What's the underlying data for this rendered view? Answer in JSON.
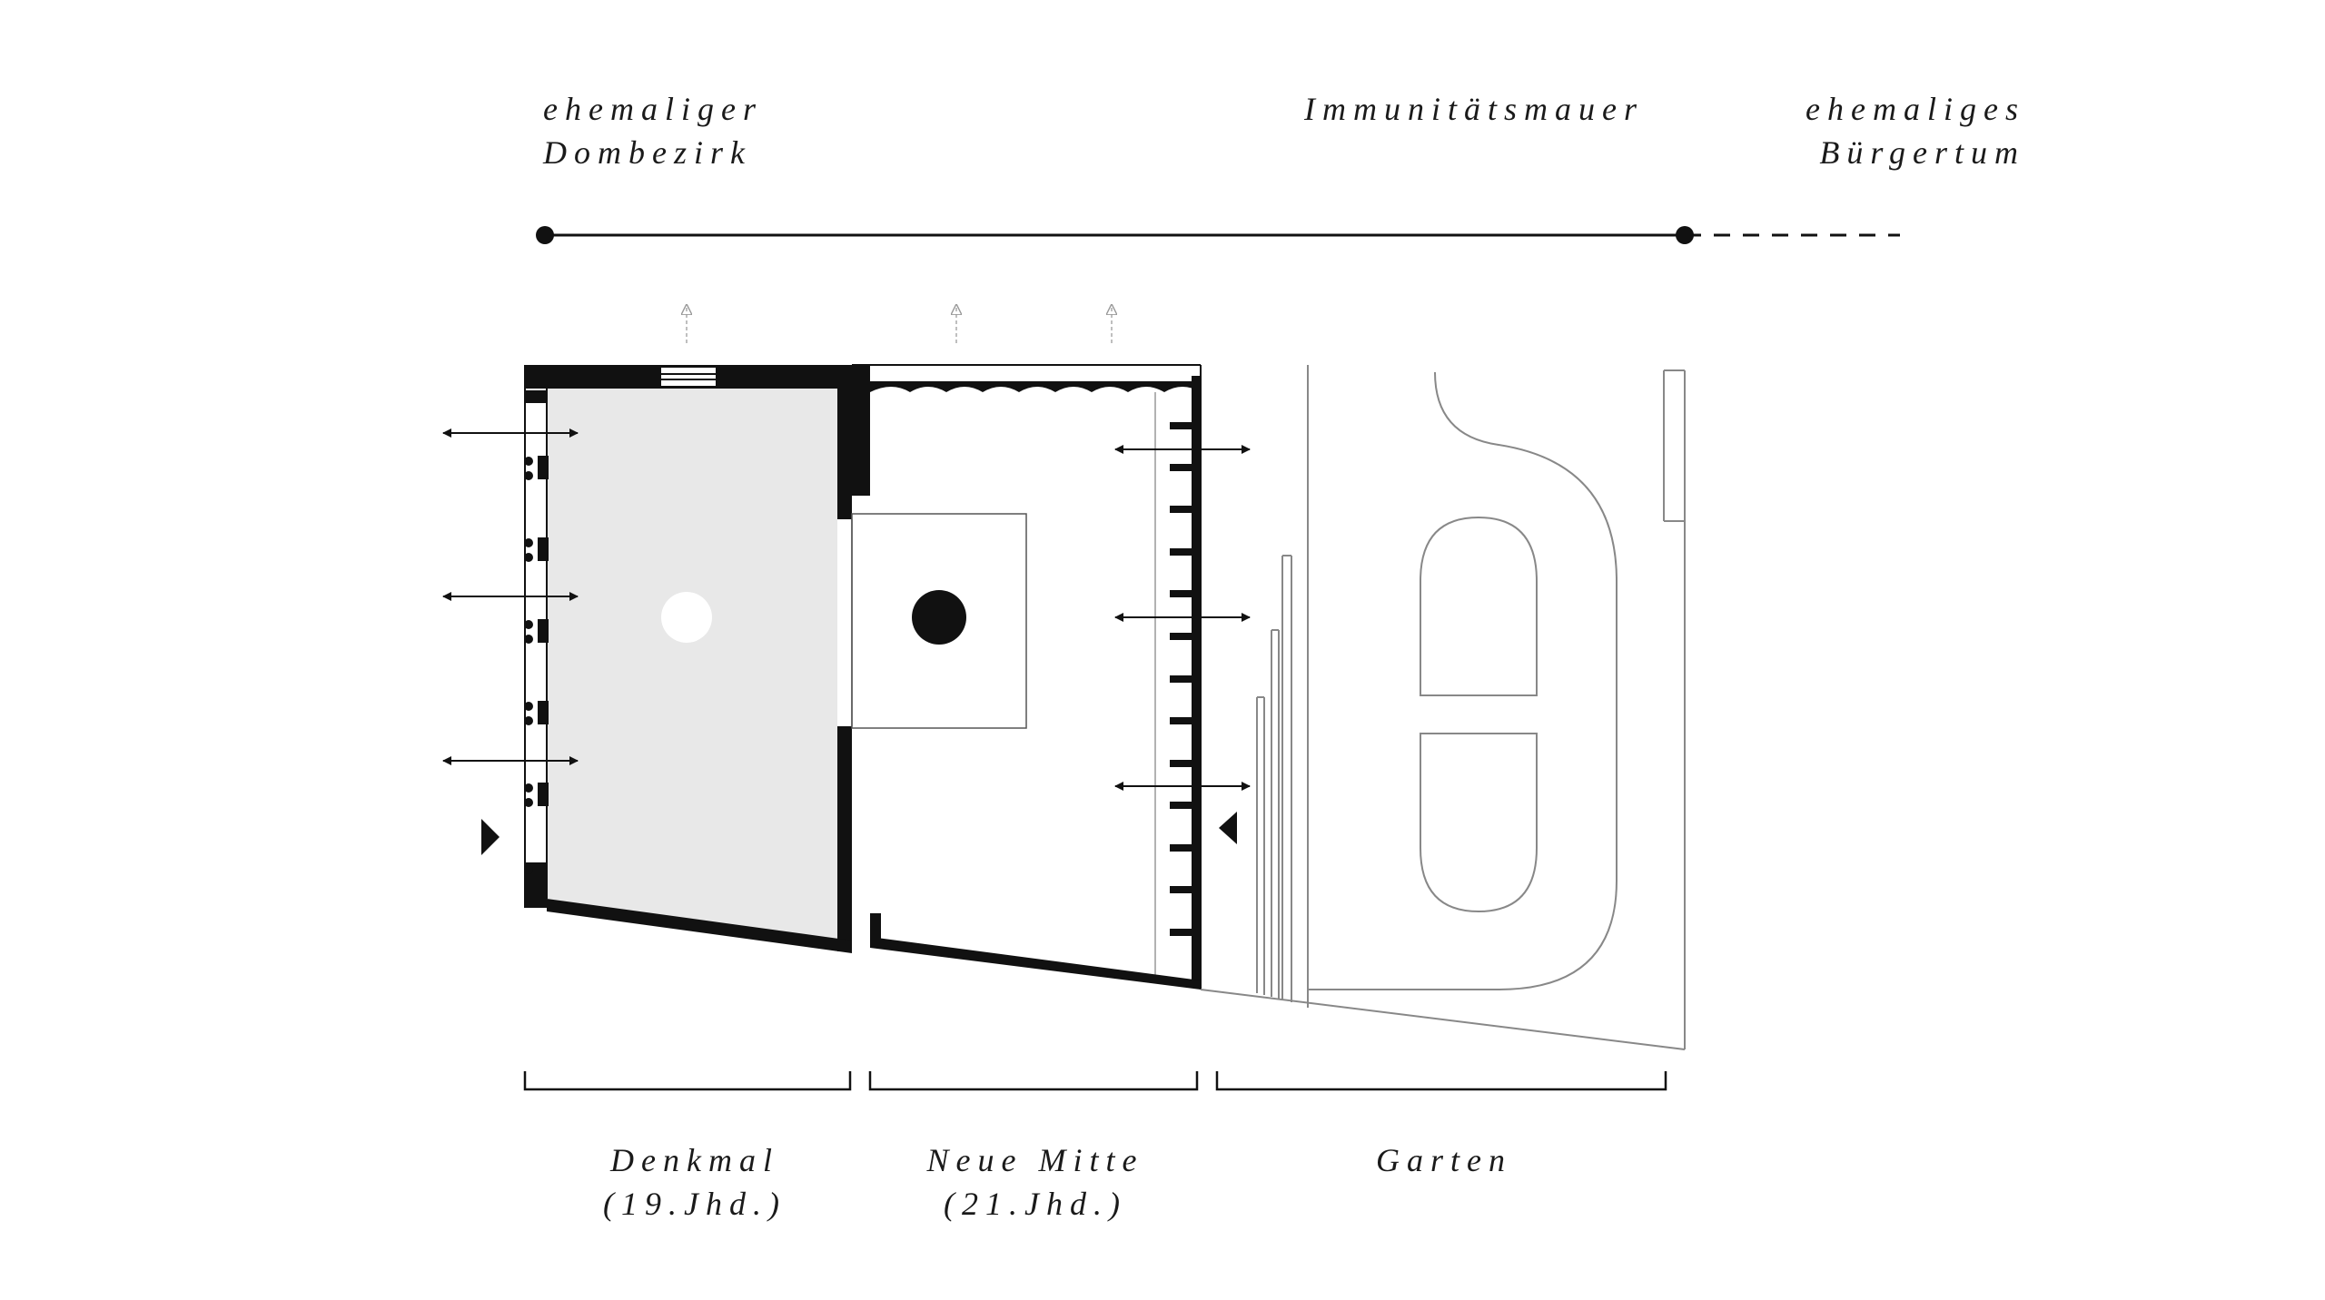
{
  "top_labels": {
    "left_line1": "ehemaliger",
    "left_line2": "Dombezirk",
    "wall": "Immunitätsmauer",
    "right_line1": "ehemaliges",
    "right_line2": "Bürgertum"
  },
  "bottom_labels": {
    "denkmal": "Denkmal",
    "denkmal_era": "(19.Jhd.)",
    "mitte": "Neue Mitte",
    "mitte_era": "(21.Jhd.)",
    "garten": "Garten"
  },
  "colors": {
    "ink": "#111111",
    "denkmal_fill": "#e8e8e8",
    "thin_line": "#888888",
    "faint_arrow": "#aaaaaa"
  }
}
